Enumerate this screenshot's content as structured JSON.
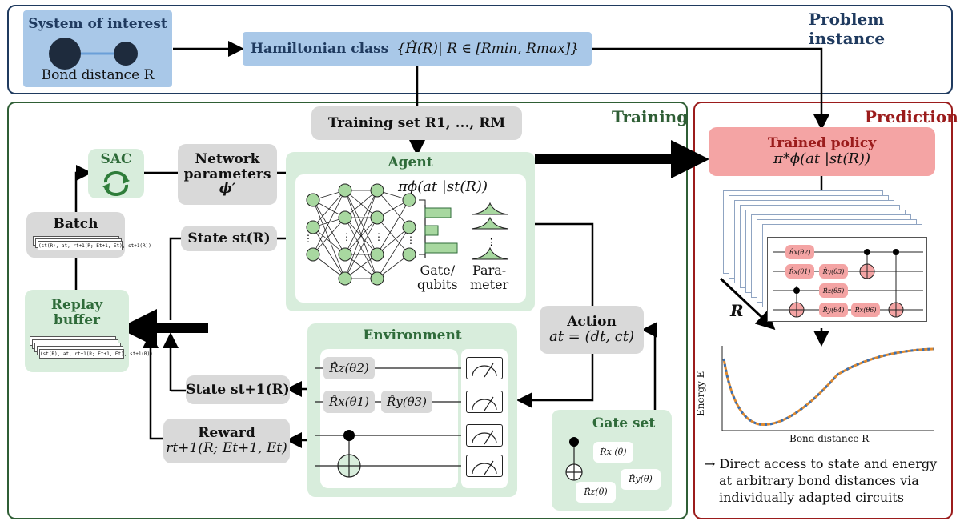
{
  "problem": {
    "title": "Problem instance",
    "system_label": "System of interest",
    "bond_label": "Bond distance R",
    "hamiltonian_label": "Hamiltonian class",
    "hamiltonian_expr": "{Ĥ(R)| R ∈ [Rmin, Rmax]}"
  },
  "training": {
    "title": "Training",
    "training_set": "Training set R1, ..., RM",
    "sac": "SAC",
    "network_params_line1": "Network",
    "network_params_line2": "parameters",
    "network_params_line3": "ϕ′",
    "batch": "Batch",
    "batch_row": "(st(R), at, rt+1(R; Et+1, Et), st+1(R))",
    "replay_line1": "Replay",
    "replay_line2": "buffer",
    "replay_row": "(st(R), at, rt+1(R; Et+1, Et), st+1(R))",
    "state": "State st(R)",
    "state_next": "State st+1(R)",
    "reward_line1": "Reward",
    "reward_line2": "rt+1(R; Et+1, Et)",
    "agent": "Agent",
    "policy": "πϕ(at |st(R))",
    "gate_qubits_line1": "Gate/",
    "gate_qubits_line2": "qubits",
    "parameter_line1": "Para-",
    "parameter_line2": "meter",
    "action_line1": "Action",
    "action_line2": "at = (dt, ct)",
    "environment": "Environment",
    "env_gates": [
      "R̂z(θ2)",
      "R̂x(θ1)",
      "R̂y(θ3)"
    ],
    "gate_set": "Gate set",
    "gate_set_items": [
      "R̂x (θ)",
      "R̂y(θ)",
      "R̂z(θ)"
    ]
  },
  "prediction": {
    "title": "Prediction",
    "trained_policy_line1": "Trained policy",
    "trained_policy_line2": "π*ϕ(at |st(R))",
    "circuit_gates": [
      "R̂x(θ2)",
      "R̂x(θ1)",
      "R̂y(θ3)",
      "R̂z(θ5)",
      "R̂y(θ4)",
      "R̂x(θ6)"
    ],
    "r_label": "R",
    "plot_ylabel": "Energy E",
    "plot_xlabel": "Bond distance R",
    "note_line1": "→ Direct access to state and energy",
    "note_line2": "at arbitrary bond distances via",
    "note_line3": "individually adapted circuits"
  },
  "colors": {
    "problem_frame": "#1f3a5f",
    "training_frame": "#2f5e35",
    "prediction_frame": "#9b1c1c",
    "blue_box": "#a9c8e8",
    "green_box": "#d8eddc",
    "pink_box": "#f4a4a4",
    "gray_box": "#d9d9d9",
    "curve_blue": "#3b6fb0",
    "curve_orange": "#e08a2e"
  },
  "icons": [
    "molecule-icon",
    "cycle-arrows-icon",
    "neural-network-icon",
    "bar-chart-icon",
    "gaussian-icon",
    "meter-icon",
    "cnot-icon"
  ]
}
